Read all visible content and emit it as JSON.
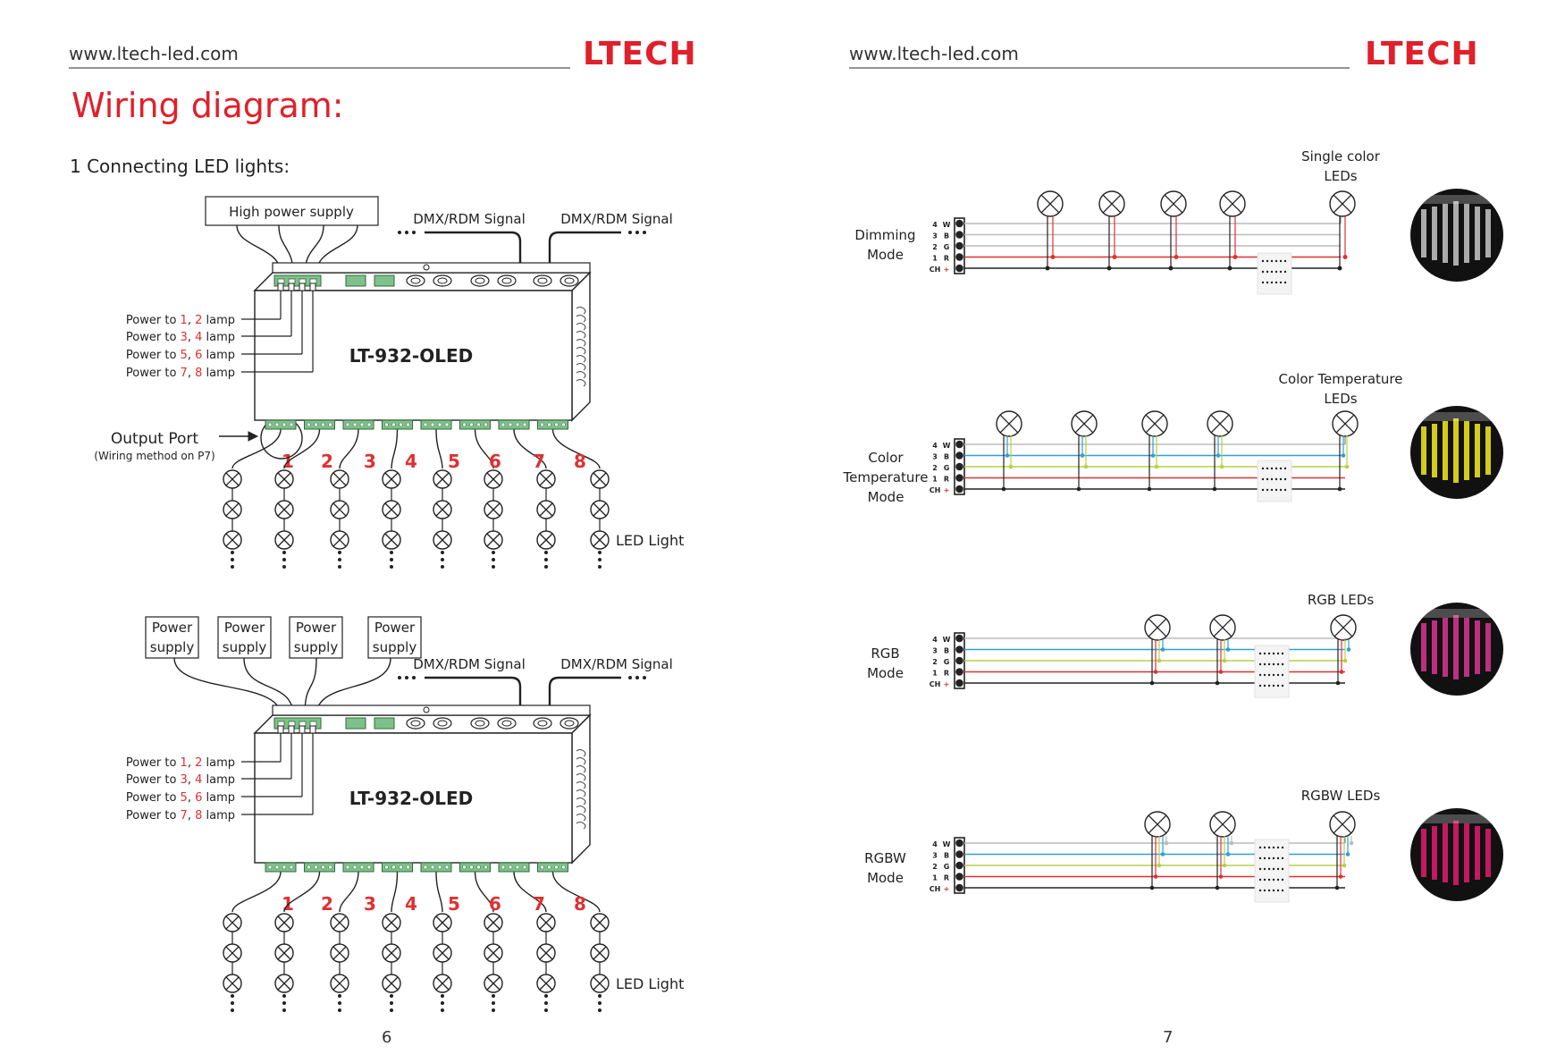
{
  "left_page": {
    "website": "www.ltech-led.com",
    "logo": "LTECH",
    "heading": "Wiring diagram:",
    "subheading": "1 Connecting LED lights:",
    "page_number": "6",
    "diagram1": {
      "power_supply": "High power supply",
      "signal_in": "DMX/RDM Signal",
      "signal_out": "DMX/RDM Signal",
      "model": "LT-932-OLED",
      "power_labels": [
        [
          "Power to ",
          "1",
          ", ",
          "2",
          " lamp"
        ],
        [
          "Power to ",
          "3",
          ", ",
          "4",
          " lamp"
        ],
        [
          "Power to ",
          "5",
          ", ",
          "6",
          " lamp"
        ],
        [
          "Power to ",
          "7",
          ", ",
          "8",
          " lamp"
        ]
      ],
      "output_port": "Output Port",
      "wiring_note": "(Wiring method on P7)",
      "channels": [
        "1",
        "2",
        "3",
        "4",
        "5",
        "6",
        "7",
        "8"
      ],
      "led_light": "LED Light"
    },
    "diagram2": {
      "power_supplies": [
        [
          "Power",
          "supply"
        ],
        [
          "Power",
          "supply"
        ],
        [
          "Power",
          "supply"
        ],
        [
          "Power",
          "supply"
        ]
      ],
      "signal_in": "DMX/RDM Signal",
      "signal_out": "DMX/RDM Signal",
      "model": "LT-932-OLED",
      "power_labels": [
        [
          "Power to ",
          "1",
          ", ",
          "2",
          " lamp"
        ],
        [
          "Power to ",
          "3",
          ", ",
          "4",
          " lamp"
        ],
        [
          "Power to ",
          "5",
          ", ",
          "6",
          " lamp"
        ],
        [
          "Power to ",
          "7",
          ", ",
          "8",
          " lamp"
        ]
      ],
      "channels": [
        "1",
        "2",
        "3",
        "4",
        "5",
        "6",
        "7",
        "8"
      ],
      "led_light": "LED Light"
    }
  },
  "right_page": {
    "website": "www.ltech-led.com",
    "logo": "LTECH",
    "page_number": "7",
    "terminal_pins": [
      {
        "num": "4",
        "name": "W"
      },
      {
        "num": "3",
        "name": "B"
      },
      {
        "num": "2",
        "name": "G"
      },
      {
        "num": "1",
        "name": "R"
      },
      {
        "num": "CH",
        "name": "+"
      }
    ],
    "modes": [
      {
        "label": [
          "Dimming",
          "Mode"
        ],
        "led_label": [
          "Single color",
          "LEDs"
        ],
        "photo_color": "#bdbdbd"
      },
      {
        "label": [
          "Color",
          "Temperature",
          "Mode"
        ],
        "led_label": [
          "Color Temperature",
          "LEDs"
        ],
        "photo_color": "#e9e11a"
      },
      {
        "label": [
          "RGB",
          "Mode"
        ],
        "led_label": [
          "RGB LEDs"
        ],
        "photo_color": "#d0348c"
      },
      {
        "label": [
          "RGBW",
          "Mode"
        ],
        "led_label": [
          "RGBW LEDs"
        ],
        "photo_color": "#d81b6a"
      }
    ]
  },
  "colors": {
    "brand_red": "#e0202a",
    "wire_red": "#e03030",
    "wire_green": "#b6cf4a",
    "wire_blue": "#2ea0d8",
    "wire_white": "#bbbbbb",
    "wire_black": "#222222",
    "terminal_green": "#7fc18a"
  }
}
